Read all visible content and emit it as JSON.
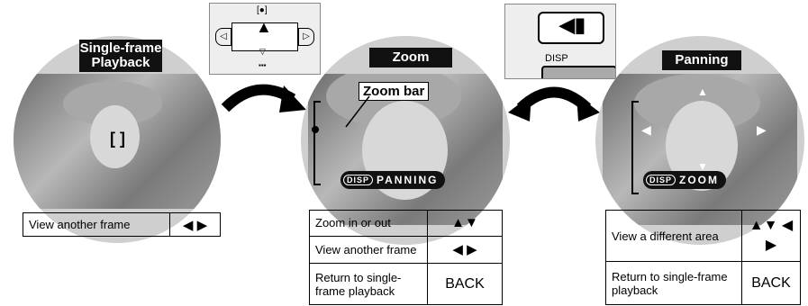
{
  "panels": {
    "single": {
      "title": "Single-frame Playback",
      "rows": [
        {
          "label": "View another frame",
          "control": "◀ ▶"
        }
      ]
    },
    "zoom": {
      "title": "Zoom",
      "callout": "Zoom bar",
      "pill_disp": "DISP",
      "pill_text": "PANNING",
      "rows": [
        {
          "label": "Zoom in or out",
          "control": "▲▼"
        },
        {
          "label": "View another frame",
          "control": "◀ ▶"
        },
        {
          "label": "Return to single-frame playback",
          "control": "BACK"
        }
      ]
    },
    "panning": {
      "title": "Panning",
      "pill_disp": "DISP",
      "pill_text": "ZOOM",
      "rows": [
        {
          "label": "View a different area",
          "control": "▲▼ ◀ ▶"
        },
        {
          "label": "Return to single-frame playback",
          "control": "BACK"
        }
      ]
    }
  },
  "inset_button": {
    "label": "DISP"
  }
}
